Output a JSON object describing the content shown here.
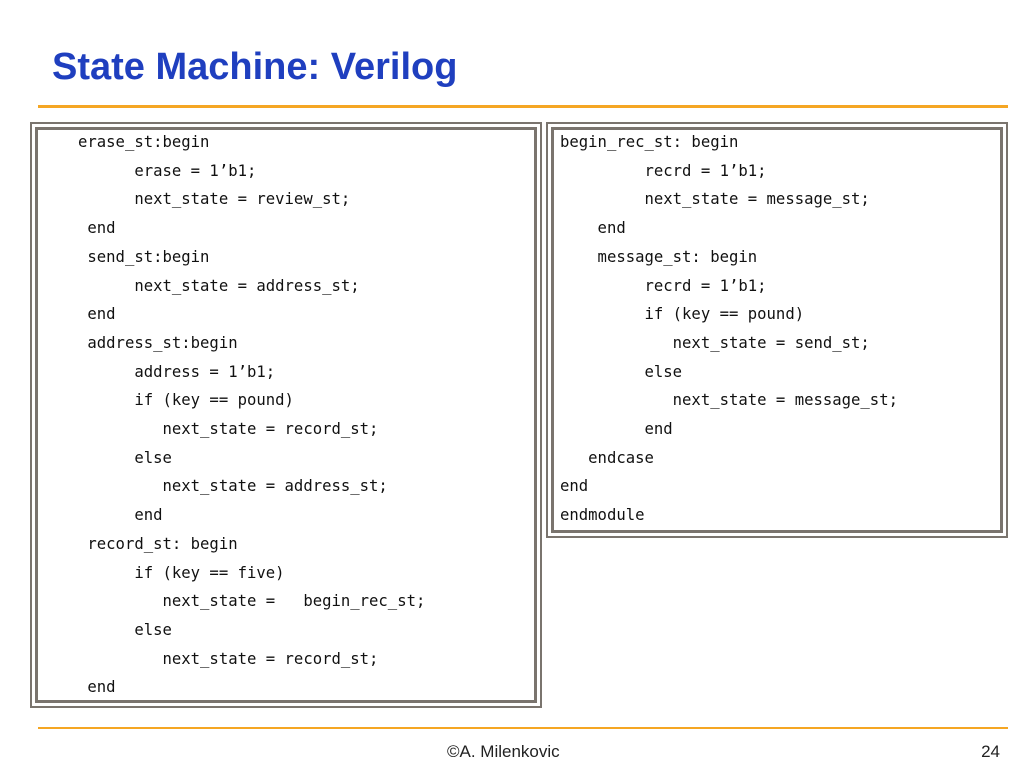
{
  "slide": {
    "title": "State Machine: Verilog",
    "author": "©A. Milenkovic",
    "page_number": "24"
  },
  "code": {
    "left": "erase_st:begin\n      erase = 1’b1;\n      next_state = review_st;\n end\n send_st:begin\n      next_state = address_st;\n end\n address_st:begin\n      address = 1’b1;\n      if (key == pound)\n         next_state = record_st;\n      else\n         next_state = address_st;\n      end\n record_st: begin\n      if (key == five)\n         next_state =   begin_rec_st;\n      else\n         next_state = record_st;\n end",
    "right": "begin_rec_st: begin\n         recrd = 1’b1;\n         next_state = message_st;\n    end\n    message_st: begin\n         recrd = 1’b1;\n         if (key == pound)\n            next_state = send_st;\n         else\n            next_state = message_st;\n         end\n   endcase\nend\nendmodule"
  },
  "colors": {
    "title": "#1f3fbf",
    "rule": "#f5a623",
    "frame": "#7a746e"
  }
}
